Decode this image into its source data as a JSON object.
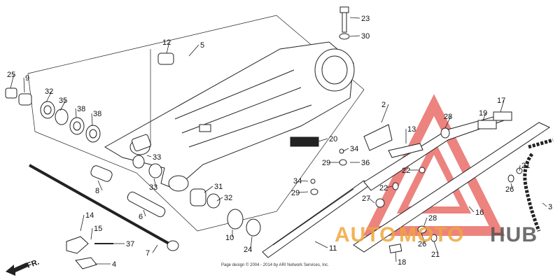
{
  "labels": [
    "23",
    "30",
    "12",
    "5",
    "25",
    "9",
    "32",
    "35",
    "38",
    "38",
    "20",
    "2",
    "13",
    "28",
    "19",
    "17",
    "34",
    "36",
    "22",
    "21",
    "29",
    "33",
    "33",
    "8",
    "31",
    "32",
    "34",
    "29",
    "27",
    "22",
    "26",
    "16",
    "3",
    "14",
    "15",
    "37",
    "6",
    "7",
    "10",
    "24",
    "11",
    "28",
    "26",
    "21",
    "18",
    "4"
  ],
  "plate_text": "",
  "direction_label": "FR.",
  "watermark": {
    "word_a": "AUTO",
    "word_b": "MOTO",
    "word_c": "HUB"
  },
  "copyright": "Page design © 2004 - 2014 by ARI Network Services, Inc.",
  "colors": {
    "watermark_red": "#e0312b",
    "watermark_orange": "#f0a63b",
    "watermark_gray": "#555555",
    "line": "#222222"
  }
}
